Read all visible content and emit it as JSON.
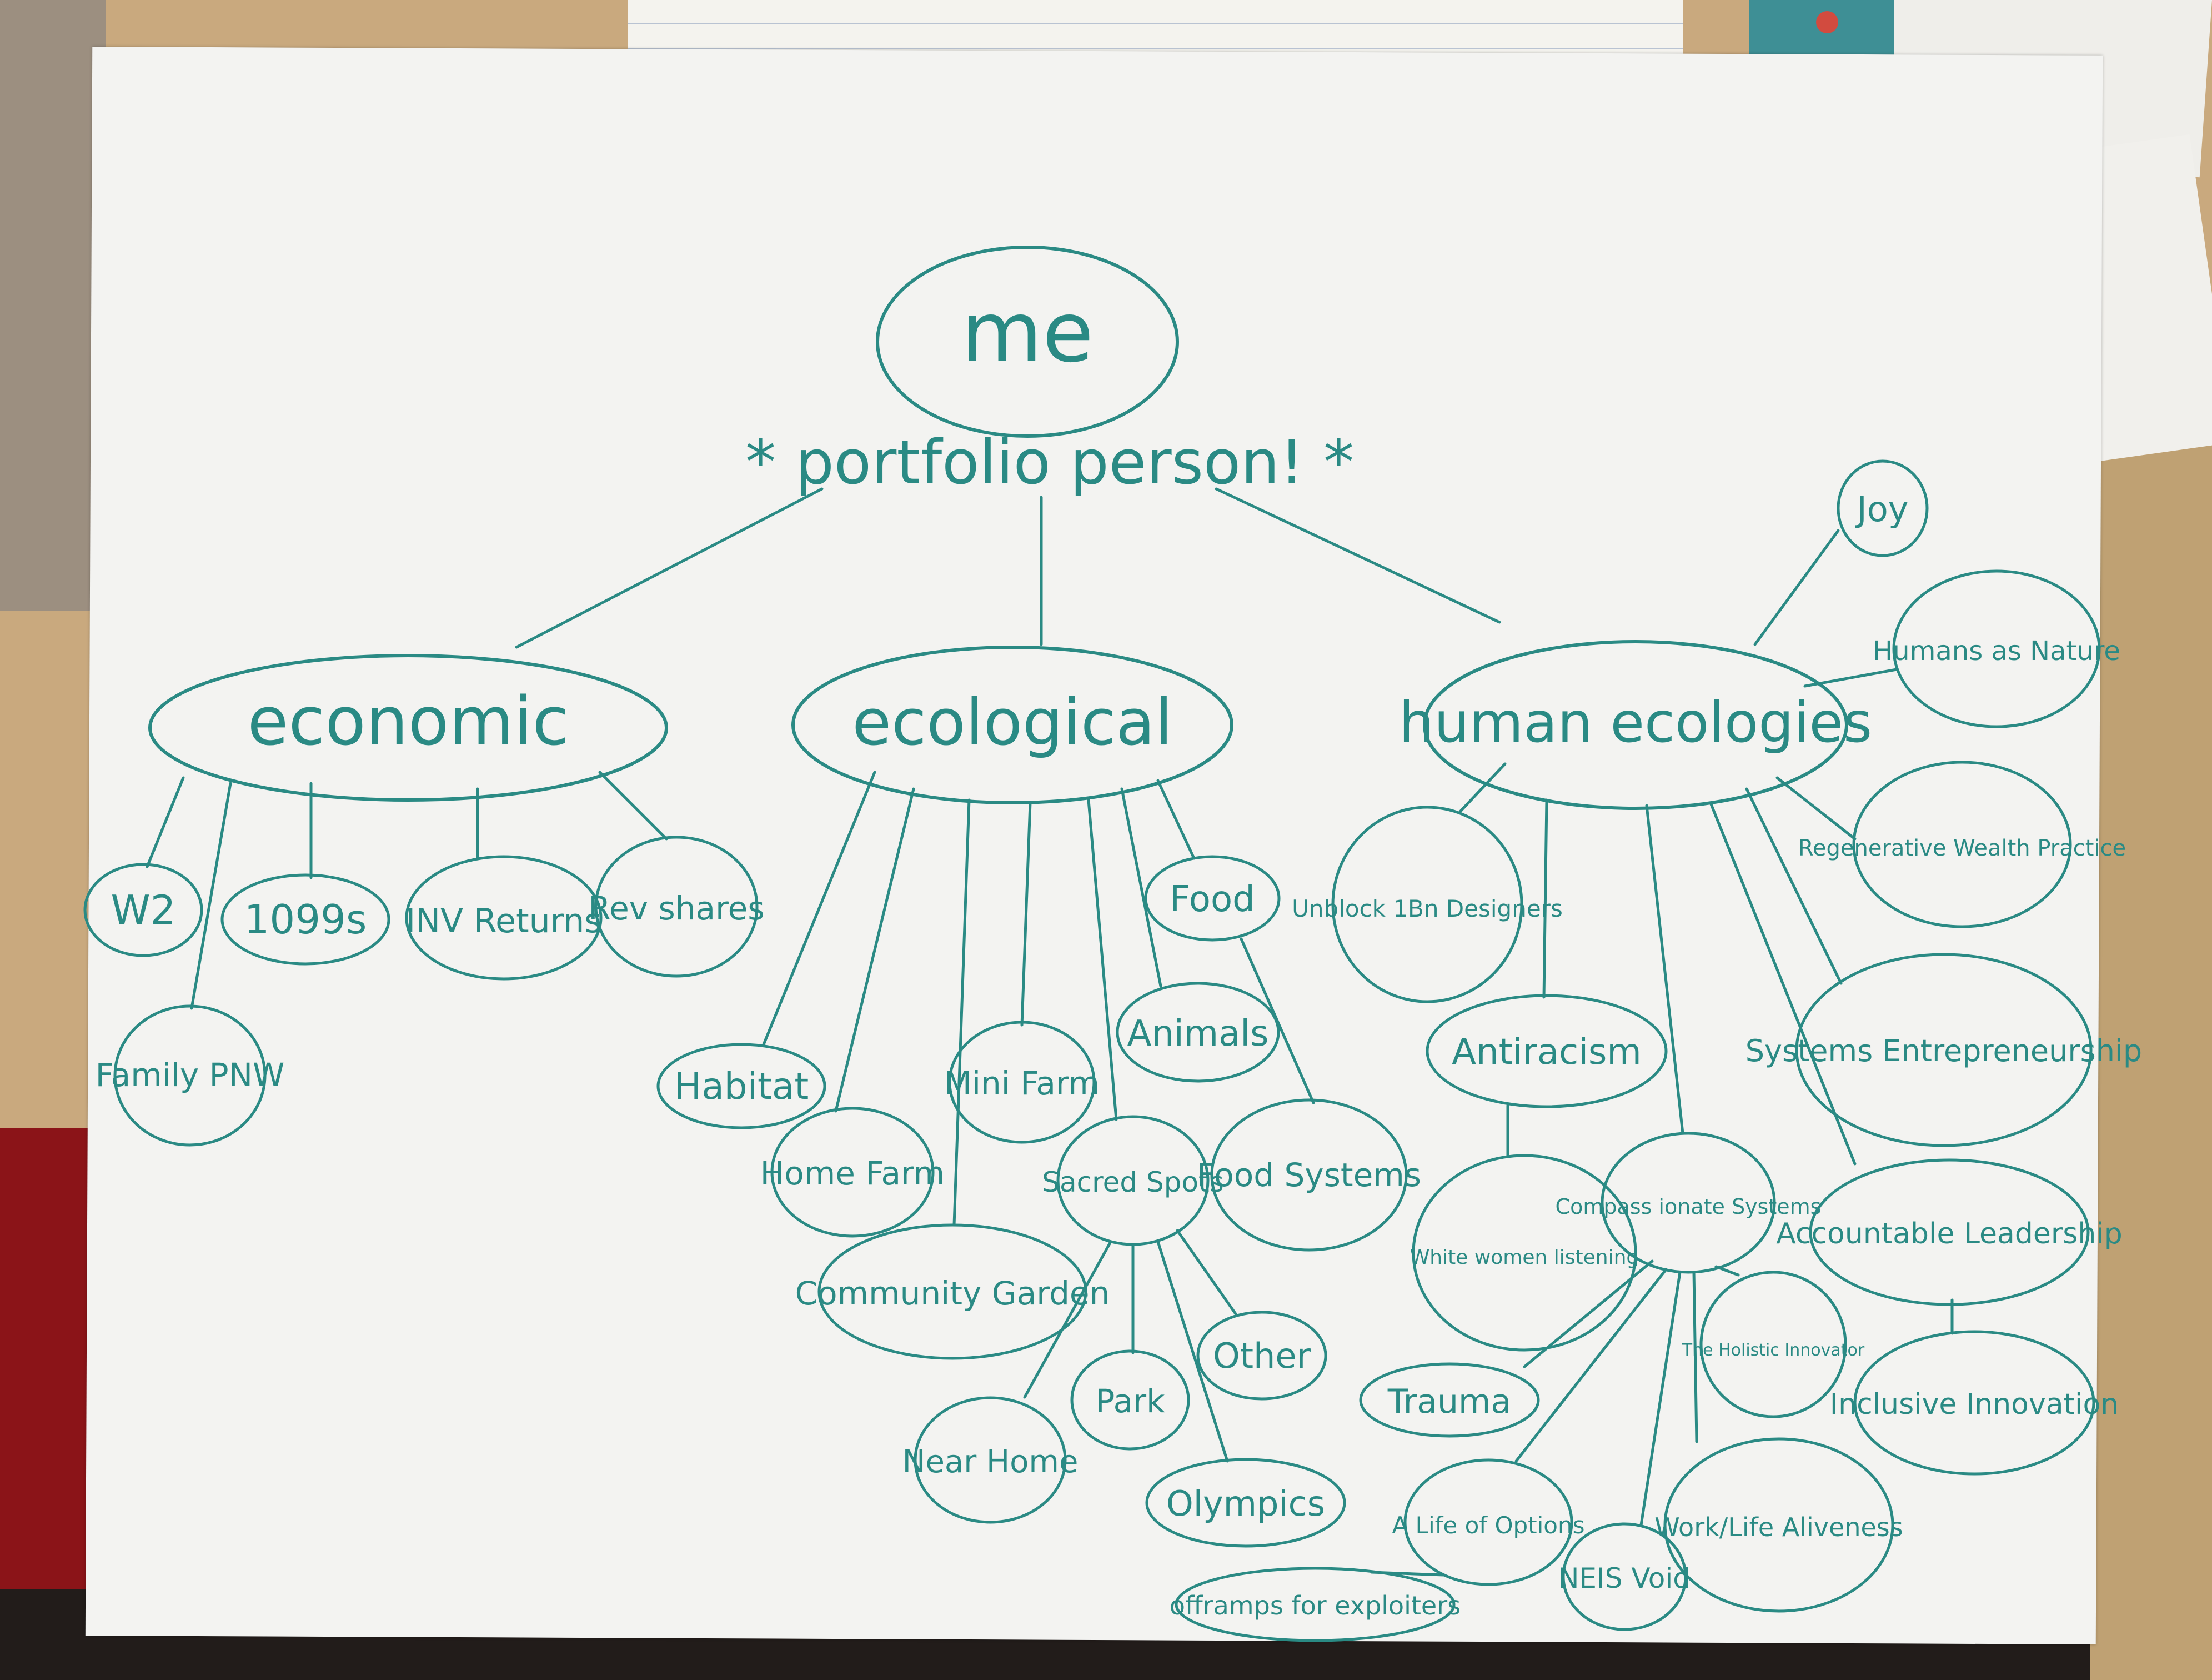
{
  "ink_color": "#2a8a84",
  "root": {
    "label": "me"
  },
  "subtitle": "* portfolio person! *",
  "branches": {
    "economic": {
      "label": "economic",
      "children": [
        "W2",
        "1099s",
        "INV Returns",
        "Rev shares",
        "Family PNW"
      ]
    },
    "ecological": {
      "label": "ecological",
      "children": [
        "Habitat",
        "Home Farm",
        "Community Garden",
        "Mini Farm",
        "Animals",
        "Food",
        "Food Systems"
      ],
      "sacred_spots": {
        "label": "Sacred Spots",
        "children": [
          "Near Home",
          "Park",
          "Olympics",
          "Other"
        ]
      }
    },
    "human_ecologies": {
      "label": "human ecologies",
      "children": [
        "Joy",
        "Humans as Nature",
        "Regenerative Wealth Practice",
        "Systems Entrepreneurship",
        "Accountable Leadership",
        "Inclusive Innovation",
        "Unblock 1Bn Designers",
        "Antiracism",
        "White women listening"
      ],
      "compassionate_systems": {
        "label": "Compass ionate Systems",
        "children": [
          "Trauma",
          "A Life of Options",
          "NEIS Void",
          "Work/Life Aliveness",
          "The Holistic Innovator"
        ]
      },
      "offramps": "offramps for exploiters"
    }
  }
}
